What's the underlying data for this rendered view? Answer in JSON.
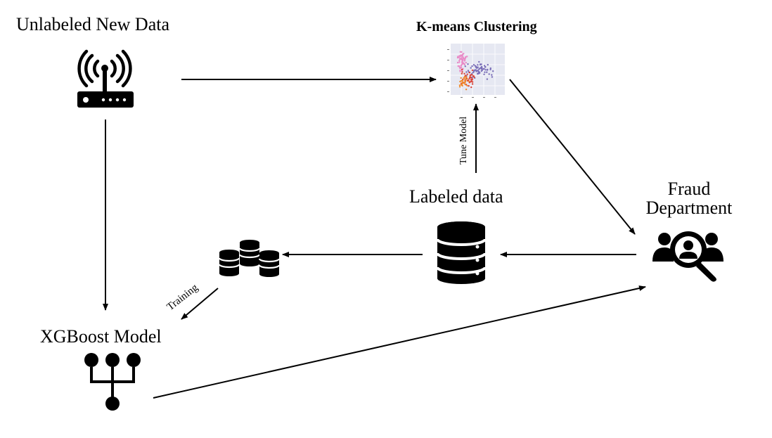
{
  "nodes": {
    "unlabeled": {
      "label": "Unlabeled New Data",
      "icon": "router-icon"
    },
    "kmeans": {
      "label": "K-means Clustering",
      "icon": "scatter-plot-thumbnail"
    },
    "labeled": {
      "label": "Labeled data",
      "icon": "database-icon"
    },
    "fraud": {
      "label_line1": "Fraud",
      "label_line2": "Department",
      "icon": "user-search-icon"
    },
    "training_db": {
      "icon": "database-stack-icon"
    },
    "xgboost": {
      "label": "XGBoost Model",
      "icon": "model-tree-icon"
    }
  },
  "edges": {
    "tune_model": "Tune Model",
    "training": "Training"
  },
  "colors": {
    "ink": "#000000",
    "plot_bg": "#e6e8f2",
    "cluster_purple": "#7b6fb8",
    "cluster_pink": "#e98ac7",
    "cluster_red": "#d9453a",
    "cluster_orange": "#f08a2c"
  }
}
